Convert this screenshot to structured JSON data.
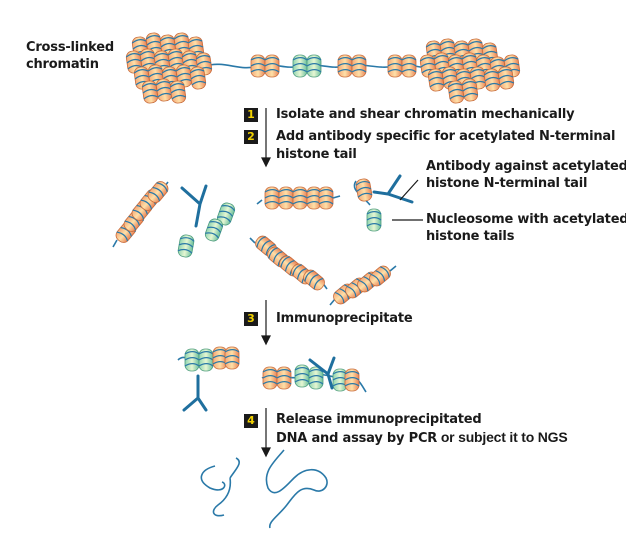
{
  "labels": {
    "crosslinked_line1": "Cross-linked",
    "crosslinked_line2": "chromatin",
    "antibody_line1": "Antibody against acetylated",
    "antibody_line2": "histone N-terminal tail",
    "nucleosome_line1": "Nucleosome with acetylated",
    "nucleosome_line2": "histone tails"
  },
  "steps": [
    {
      "number": "1",
      "text": "Isolate and shear chromatin mechanically"
    },
    {
      "number": "2",
      "text_line1": "Add antibody specific for acetylated N-terminal",
      "text_line2": "histone tail"
    },
    {
      "number": "3",
      "text": "Immunoprecipitate"
    },
    {
      "number": "4",
      "text_line1": "Release immunoprecipitated",
      "text_line2_a": "DNA and assay by PCR",
      "text_line2_b": " or subject it to NGS"
    }
  ],
  "colors": {
    "dna": "#2a79a8",
    "antibody": "#1f6f9e",
    "nucleosome_plain": "#e8945c",
    "nucleosome_acetylated": "#7fc9a8",
    "badge_bg": "#1a1a1a",
    "badge_text": "#f0d000"
  }
}
